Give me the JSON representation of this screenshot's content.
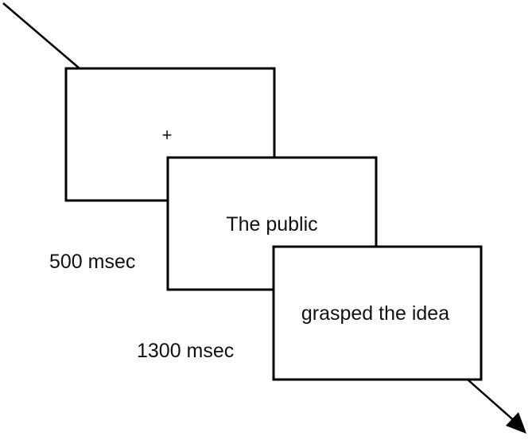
{
  "frames": {
    "fixation": {
      "symbol": "+"
    },
    "first": {
      "text": "The public"
    },
    "second": {
      "text": "grasped the idea"
    }
  },
  "durations": {
    "first": "500 msec",
    "second": "1300 msec"
  },
  "colors": {
    "stroke": "#000000",
    "background": "#ffffff",
    "text": "#111111"
  },
  "icons": {
    "time_arrow": "arrow-down-right-icon"
  }
}
